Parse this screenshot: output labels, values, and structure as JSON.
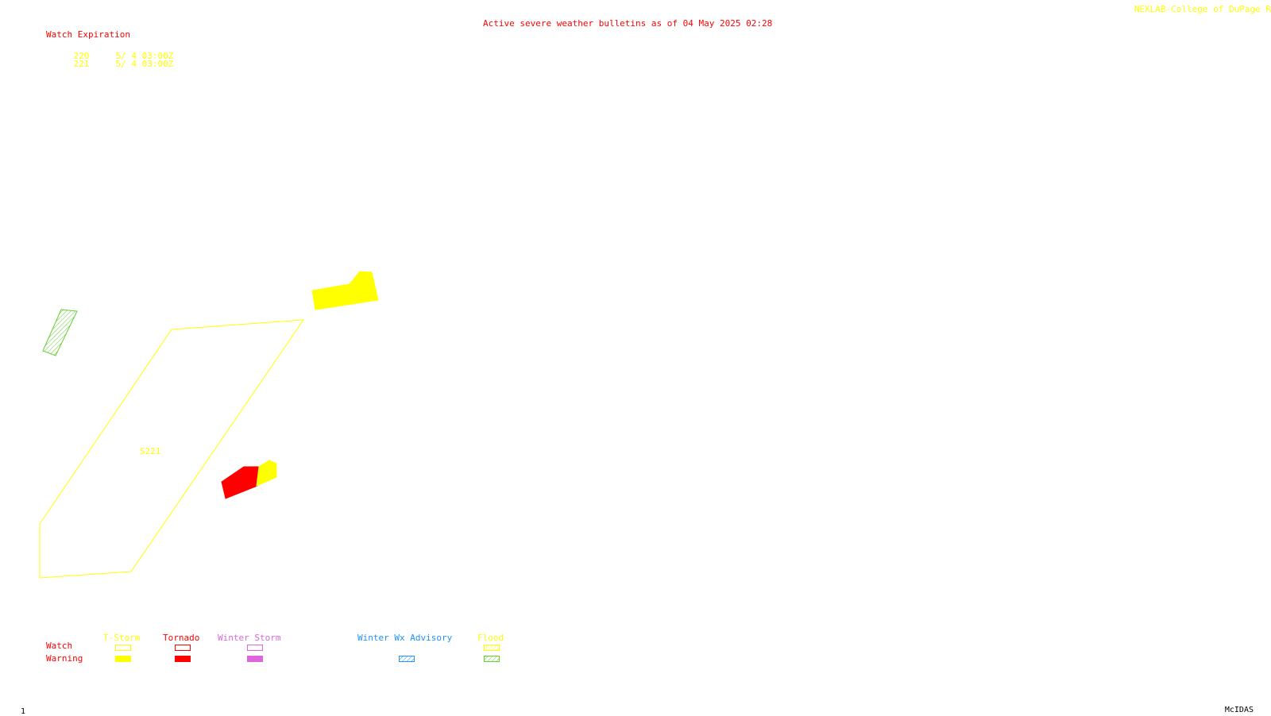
{
  "header": {
    "title": "Active severe weather bulletins as of 04 May 2025 02:28",
    "source": "NEXLAB-College of DuPage R"
  },
  "watch_expiration": {
    "heading": "Watch Expiration",
    "rows": [
      {
        "id": "220",
        "expires": "5/ 4 03:00Z"
      },
      {
        "id": "221",
        "expires": "5/ 4 03:00Z"
      }
    ]
  },
  "map": {
    "watch_label": "S221"
  },
  "legend": {
    "row_watch": "Watch",
    "row_warning": "Warning",
    "columns": [
      {
        "label": "T-Storm",
        "color": "#ffff00"
      },
      {
        "label": "Tornado",
        "color": "#ff0000"
      },
      {
        "label": "Winter Storm",
        "color": "#dd66dd"
      },
      {
        "label": "Winter Wx Advisory",
        "color": "#1e90ff"
      },
      {
        "label": "Flood",
        "color": "#ffff00",
        "warning_color": "#66cc33"
      }
    ]
  },
  "footer": {
    "frame_number": "1",
    "software": "McIDAS"
  },
  "colors": {
    "title": "#ff0000",
    "source": "#ffff00",
    "watch_text": "#ffff00",
    "footer_text": "#000000",
    "flood_warning": "#66cc33"
  }
}
